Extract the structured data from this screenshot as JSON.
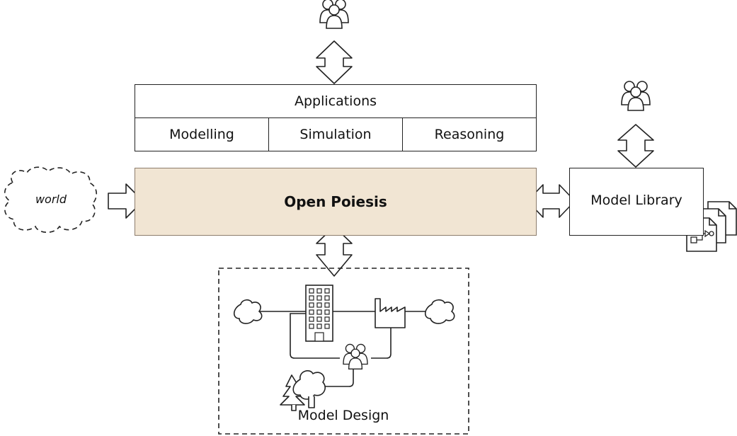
{
  "layers": {
    "applications": "Applications",
    "modelling": "Modelling",
    "simulation": "Simulation",
    "reasoning": "Reasoning",
    "core": "Open Poiesis"
  },
  "model_library": {
    "label": "Model Library"
  },
  "world": {
    "label": "world"
  },
  "model_design": {
    "label": "Model Design"
  },
  "icons": [
    "users-icon",
    "double-arrow-icon",
    "right-arrow-icon",
    "cloud-icon",
    "building-icon",
    "factory-icon",
    "tree-icon",
    "document-icon"
  ],
  "colors": {
    "core_fill": "#f1e5d3",
    "core_border": "#8c7c6c",
    "stroke": "#222222"
  }
}
